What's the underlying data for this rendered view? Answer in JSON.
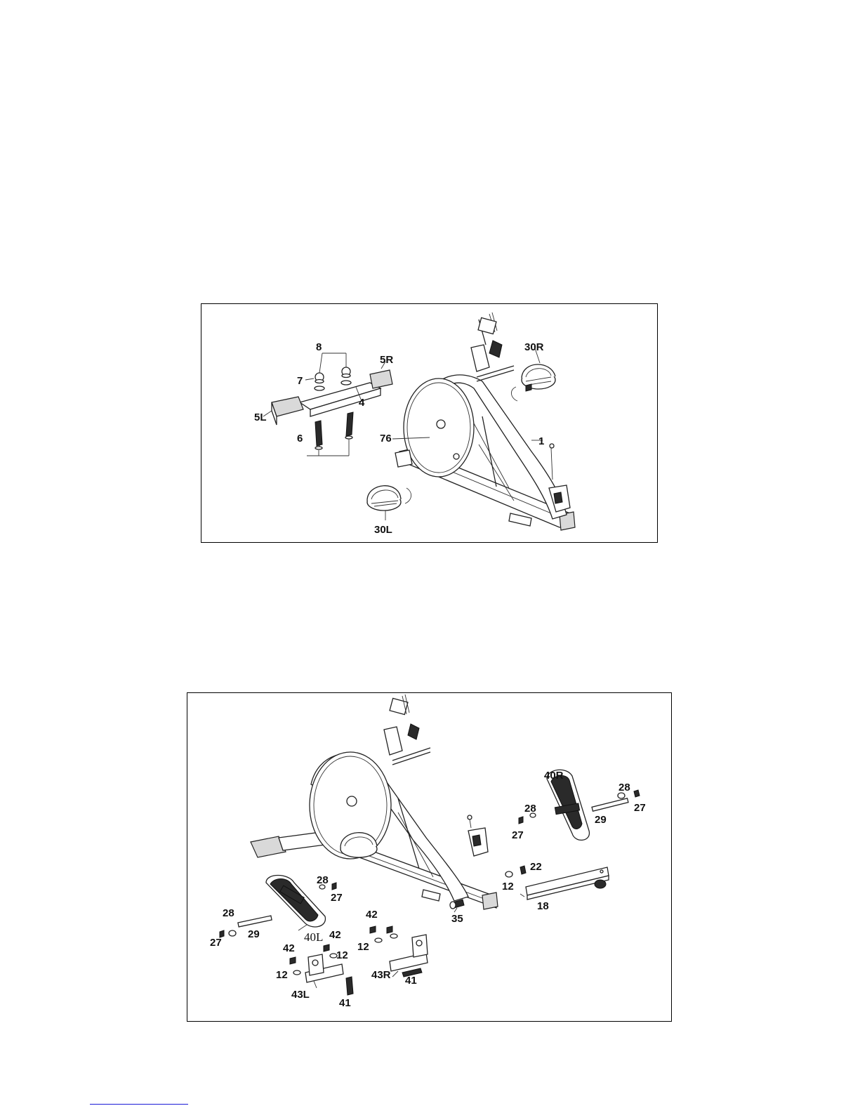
{
  "figure1": {
    "labels": [
      "8",
      "5R",
      "30R",
      "7",
      "5L",
      "4",
      "6",
      "76",
      "1",
      "30L"
    ]
  },
  "figure2": {
    "labels": [
      "40R",
      "28",
      "27",
      "28",
      "27",
      "29",
      "22",
      "12",
      "18",
      "35",
      "28",
      "27",
      "28",
      "27",
      "29",
      "40L",
      "42",
      "12",
      "42",
      "12",
      "42",
      "12",
      "43L",
      "41",
      "43R",
      "41"
    ]
  },
  "colors": {
    "ink": "#111111",
    "frame": "#000000",
    "link": "#1a1ad6"
  }
}
